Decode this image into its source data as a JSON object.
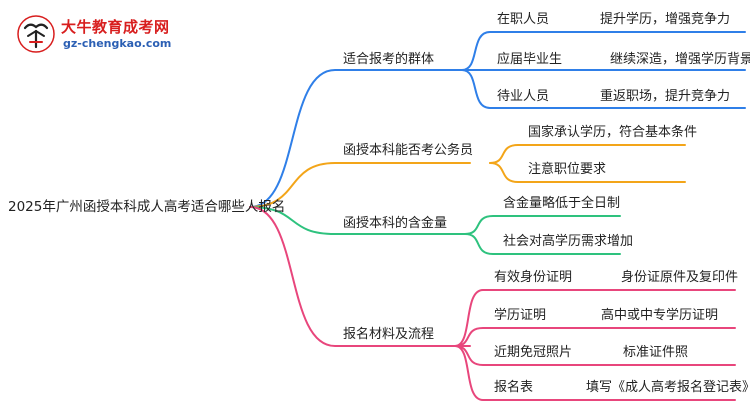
{
  "logo": {
    "title": "大牛教育成考网",
    "url": "gz-chengkao.com"
  },
  "colors": {
    "blue": "#2f7fe8",
    "orange": "#f3a519",
    "green": "#2ec27e",
    "pink": "#e8467c"
  },
  "root": "2025年广州函授本科成人高考适合哪些人报名",
  "branches": [
    {
      "label": "适合报考的群体",
      "color": "blue",
      "children": [
        {
          "label": "在职人员",
          "detail": "提升学历，增强竞争力"
        },
        {
          "label": "应届毕业生",
          "detail": "继续深造，增强学历背景"
        },
        {
          "label": "待业人员",
          "detail": "重返职场，提升竞争力"
        }
      ]
    },
    {
      "label": "函授本科能否考公务员",
      "color": "orange",
      "children": [
        {
          "label": "国家承认学历，符合基本条件"
        },
        {
          "label": "注意职位要求"
        }
      ]
    },
    {
      "label": "函授本科的含金量",
      "color": "green",
      "children": [
        {
          "label": "含金量略低于全日制"
        },
        {
          "label": "社会对高学历需求增加"
        }
      ]
    },
    {
      "label": "报名材料及流程",
      "color": "pink",
      "children": [
        {
          "label": "有效身份证明",
          "detail": "身份证原件及复印件"
        },
        {
          "label": "学历证明",
          "detail": "高中或中专学历证明"
        },
        {
          "label": "近期免冠照片",
          "detail": "标准证件照"
        },
        {
          "label": "报名表",
          "detail": "填写《成人高考报名登记表》"
        }
      ]
    }
  ]
}
